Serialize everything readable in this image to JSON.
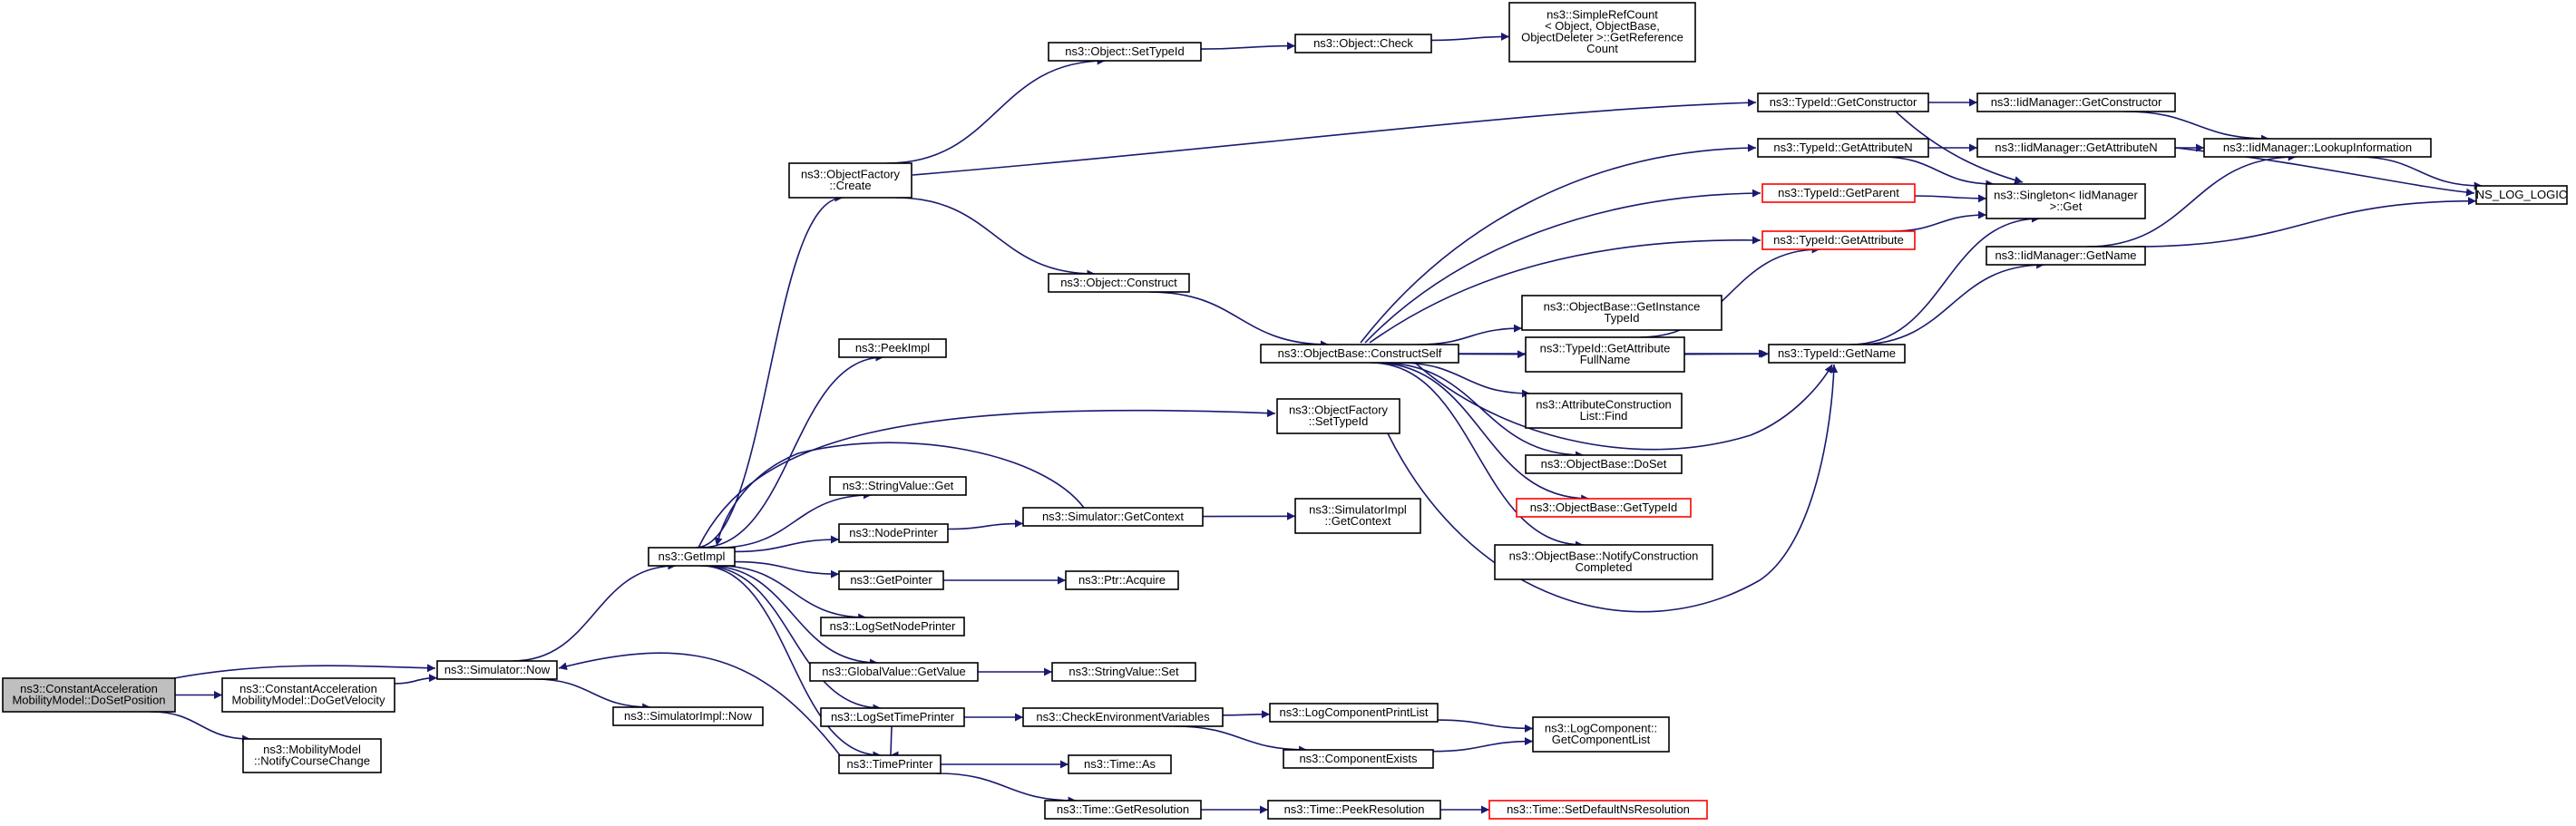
{
  "graph": {
    "colors": {
      "edge": "#191970",
      "node_border": "#000000",
      "root_fill": "#bfbfbf",
      "truncated_border": "#ff0000"
    },
    "nodes": [
      {
        "id": "root",
        "lines": [
          "ns3::ConstantAcceleration",
          "MobilityModel::DoSetPosition"
        ],
        "style": "root"
      },
      {
        "id": "dogetvel",
        "lines": [
          "ns3::ConstantAcceleration",
          "MobilityModel::DoGetVelocity"
        ]
      },
      {
        "id": "notifycourse",
        "lines": [
          "ns3::MobilityModel",
          "::NotifyCourseChange"
        ]
      },
      {
        "id": "simnow",
        "lines": [
          "ns3::Simulator::Now"
        ]
      },
      {
        "id": "simimplnow",
        "lines": [
          "ns3::SimulatorImpl::Now"
        ]
      },
      {
        "id": "getimpl",
        "lines": [
          "ns3::GetImpl"
        ]
      },
      {
        "id": "objfactcreate",
        "lines": [
          "ns3::ObjectFactory",
          "::Create"
        ]
      },
      {
        "id": "peekimpl",
        "lines": [
          "ns3::PeekImpl"
        ]
      },
      {
        "id": "stringvalueget",
        "lines": [
          "ns3::StringValue::Get"
        ]
      },
      {
        "id": "nodeprinter",
        "lines": [
          "ns3::NodePrinter"
        ]
      },
      {
        "id": "getpointer",
        "lines": [
          "ns3::GetPointer"
        ]
      },
      {
        "id": "logsetnodeprinter",
        "lines": [
          "ns3::LogSetNodePrinter"
        ]
      },
      {
        "id": "globalvalueget",
        "lines": [
          "ns3::GlobalValue::GetValue"
        ]
      },
      {
        "id": "logsettimeprinter",
        "lines": [
          "ns3::LogSetTimePrinter"
        ]
      },
      {
        "id": "timeprinter",
        "lines": [
          "ns3::TimePrinter"
        ]
      },
      {
        "id": "objsettypeid",
        "lines": [
          "ns3::Object::SetTypeId"
        ]
      },
      {
        "id": "objconstruct",
        "lines": [
          "ns3::Object::Construct"
        ]
      },
      {
        "id": "simgetcontext",
        "lines": [
          "ns3::Simulator::GetContext"
        ]
      },
      {
        "id": "ptracquire",
        "lines": [
          "ns3::Ptr::Acquire"
        ]
      },
      {
        "id": "stringvalueset",
        "lines": [
          "ns3::StringValue::Set"
        ]
      },
      {
        "id": "checkenv",
        "lines": [
          "ns3::CheckEnvironmentVariables"
        ]
      },
      {
        "id": "timeas",
        "lines": [
          "ns3::Time::As"
        ]
      },
      {
        "id": "timegetres",
        "lines": [
          "ns3::Time::GetResolution"
        ]
      },
      {
        "id": "objcheck",
        "lines": [
          "ns3::Object::Check"
        ]
      },
      {
        "id": "objbaseconstructself",
        "lines": [
          "ns3::ObjectBase::ConstructSelf"
        ]
      },
      {
        "id": "objfactsettypeid",
        "lines": [
          "ns3::ObjectFactory",
          "::SetTypeId"
        ]
      },
      {
        "id": "simimplgetcontext",
        "lines": [
          "ns3::SimulatorImpl",
          "::GetContext"
        ]
      },
      {
        "id": "logcompprintlist",
        "lines": [
          "ns3::LogComponentPrintList"
        ]
      },
      {
        "id": "compexists",
        "lines": [
          "ns3::ComponentExists"
        ]
      },
      {
        "id": "timepeekres",
        "lines": [
          "ns3::Time::PeekResolution"
        ]
      },
      {
        "id": "simplerefcount",
        "lines": [
          "ns3::SimpleRefCount",
          "< Object, ObjectBase,",
          "ObjectDeleter >::GetReference",
          "Count"
        ]
      },
      {
        "id": "objbasegetinstance",
        "lines": [
          "ns3::ObjectBase::GetInstance",
          "TypeId"
        ]
      },
      {
        "id": "typeidgetattrfullname",
        "lines": [
          "ns3::TypeId::GetAttribute",
          "FullName"
        ]
      },
      {
        "id": "attrconstlistfind",
        "lines": [
          "ns3::AttributeConstruction",
          "List::Find"
        ]
      },
      {
        "id": "objbasedoset",
        "lines": [
          "ns3::ObjectBase::DoSet"
        ]
      },
      {
        "id": "objbasegettypeid",
        "lines": [
          "ns3::ObjectBase::GetTypeId"
        ],
        "style": "red"
      },
      {
        "id": "objbasenotify",
        "lines": [
          "ns3::ObjectBase::NotifyConstruction",
          "Completed"
        ]
      },
      {
        "id": "logcompgetlist",
        "lines": [
          "ns3::LogComponent::",
          "GetComponentList"
        ]
      },
      {
        "id": "timesetdefault",
        "lines": [
          "ns3::Time::SetDefaultNsResolution"
        ],
        "style": "red"
      },
      {
        "id": "typeidgetconstructor",
        "lines": [
          "ns3::TypeId::GetConstructor"
        ]
      },
      {
        "id": "typeidgetattributen",
        "lines": [
          "ns3::TypeId::GetAttributeN"
        ]
      },
      {
        "id": "typeidgetparent",
        "lines": [
          "ns3::TypeId::GetParent"
        ],
        "style": "red"
      },
      {
        "id": "typeidgetattribute",
        "lines": [
          "ns3::TypeId::GetAttribute"
        ],
        "style": "red"
      },
      {
        "id": "typeidgetname",
        "lines": [
          "ns3::TypeId::GetName"
        ]
      },
      {
        "id": "iidmgrgetconstructor",
        "lines": [
          "ns3::IidManager::GetConstructor"
        ]
      },
      {
        "id": "iidmgrgetattributen",
        "lines": [
          "ns3::IidManager::GetAttributeN"
        ]
      },
      {
        "id": "singletonget",
        "lines": [
          "ns3::Singleton< IidManager",
          ">::Get"
        ]
      },
      {
        "id": "iidmgrgetname",
        "lines": [
          "ns3::IidManager::GetName"
        ]
      },
      {
        "id": "iidmgrlookup",
        "lines": [
          "ns3::IidManager::LookupInformation"
        ]
      },
      {
        "id": "nsloglogic",
        "lines": [
          "NS_LOG_LOGIC"
        ]
      }
    ]
  }
}
